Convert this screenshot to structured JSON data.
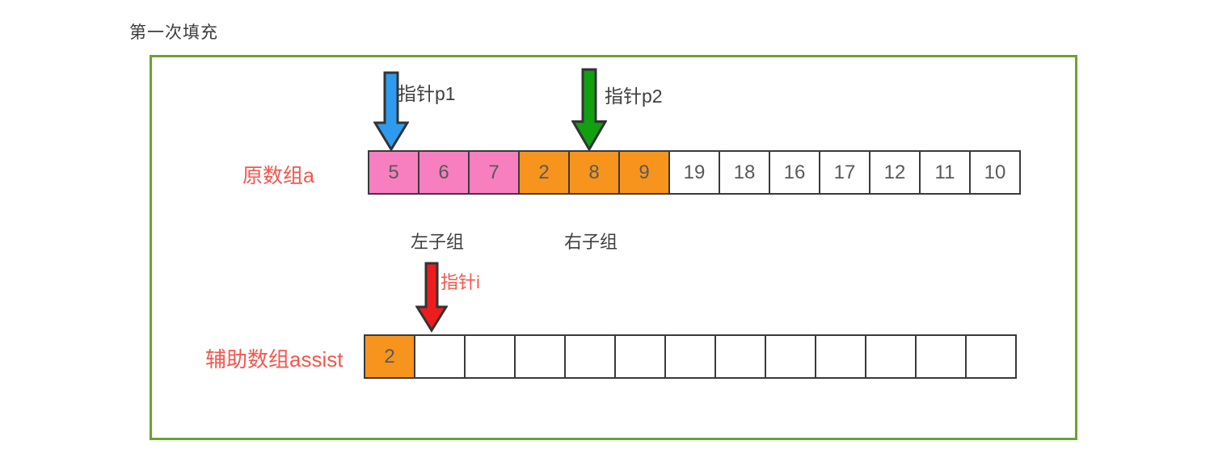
{
  "title": "第一次填充",
  "colors": {
    "box_border": "#6ba32f",
    "pink": "#f77fc0",
    "orange": "#f7941e",
    "blue": "#2f9bee",
    "green": "#10a010",
    "red": "#ee1c1c",
    "label_red": "#f4564e",
    "cell_border": "#3a3a3a",
    "text_dark": "#3f3f3f",
    "cell_text": "#595959"
  },
  "pointers": {
    "p1": {
      "label": "指针p1",
      "color": "blue",
      "points_to_value": "5"
    },
    "p2": {
      "label": "指针p2",
      "color": "green",
      "points_to_value": "8"
    },
    "i": {
      "label": "指针i",
      "color": "red",
      "points_to_index": 1
    }
  },
  "original_array": {
    "label": "原数组a",
    "cells": [
      {
        "value": "5",
        "color": "pink"
      },
      {
        "value": "6",
        "color": "pink"
      },
      {
        "value": "7",
        "color": "pink"
      },
      {
        "value": "2",
        "color": "orange"
      },
      {
        "value": "8",
        "color": "orange"
      },
      {
        "value": "9",
        "color": "orange"
      },
      {
        "value": "19",
        "color": "white"
      },
      {
        "value": "18",
        "color": "white"
      },
      {
        "value": "16",
        "color": "white"
      },
      {
        "value": "17",
        "color": "white"
      },
      {
        "value": "12",
        "color": "white"
      },
      {
        "value": "11",
        "color": "white"
      },
      {
        "value": "10",
        "color": "white"
      }
    ],
    "sublabels": {
      "left": "左子组",
      "right": "右子组"
    }
  },
  "assist_array": {
    "label": "辅助数组assist",
    "cells": [
      {
        "value": "2",
        "color": "orange"
      },
      {
        "value": "",
        "color": "white"
      },
      {
        "value": "",
        "color": "white"
      },
      {
        "value": "",
        "color": "white"
      },
      {
        "value": "",
        "color": "white"
      },
      {
        "value": "",
        "color": "white"
      },
      {
        "value": "",
        "color": "white"
      },
      {
        "value": "",
        "color": "white"
      },
      {
        "value": "",
        "color": "white"
      },
      {
        "value": "",
        "color": "white"
      },
      {
        "value": "",
        "color": "white"
      },
      {
        "value": "",
        "color": "white"
      },
      {
        "value": "",
        "color": "white"
      }
    ]
  }
}
